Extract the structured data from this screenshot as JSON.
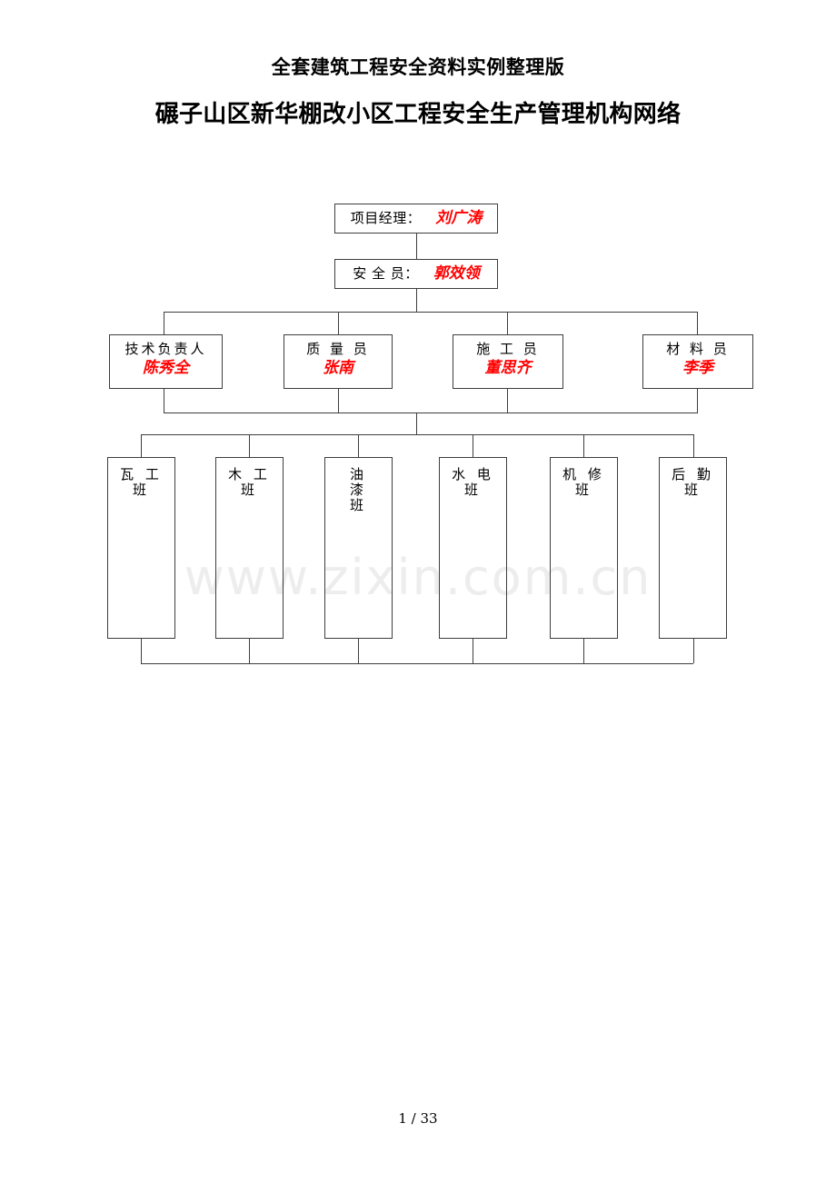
{
  "document": {
    "title": "全套建筑工程安全资料实例整理版",
    "subtitle": "碾子山区新华棚改小区工程安全生产管理机构网络",
    "watermark": "www.zixin.com.cn",
    "page_footer": "1 / 33"
  },
  "colors": {
    "name_red": "#ff0000",
    "line": "#3d3d3d",
    "text": "#000000",
    "watermark": "#ededed"
  },
  "chart_data": {
    "type": "diagram",
    "title": "碾子山区新华棚改小区工程安全生产管理机构网络",
    "levels": [
      {
        "level": 1,
        "nodes": [
          {
            "role": "项目经理：",
            "person": "刘广涛"
          }
        ]
      },
      {
        "level": 2,
        "nodes": [
          {
            "role": "安 全 员：",
            "person": "郭效领"
          }
        ]
      },
      {
        "level": 3,
        "nodes": [
          {
            "role": "技术负责人",
            "person": "陈秀全"
          },
          {
            "role": "质 量 员",
            "person": "张南"
          },
          {
            "role": "施 工 员",
            "person": "董思齐"
          },
          {
            "role": "材 料 员",
            "person": "李季"
          }
        ]
      },
      {
        "level": 4,
        "nodes": [
          {
            "lines": [
              "瓦 工",
              "班"
            ]
          },
          {
            "lines": [
              "木 工",
              "班"
            ]
          },
          {
            "lines": [
              "油",
              "漆",
              "班"
            ]
          },
          {
            "lines": [
              "水 电",
              "班"
            ]
          },
          {
            "lines": [
              "机 修",
              "班"
            ]
          },
          {
            "lines": [
              "后 勤",
              "班"
            ]
          }
        ]
      }
    ],
    "edges": [
      {
        "from": "项目经理",
        "to": "安全员"
      },
      {
        "from": "安全员",
        "to": "技术负责人"
      },
      {
        "from": "安全员",
        "to": "质量员"
      },
      {
        "from": "安全员",
        "to": "施工员"
      },
      {
        "from": "安全员",
        "to": "材料员"
      },
      {
        "from": "管理层",
        "to": "瓦工班"
      },
      {
        "from": "管理层",
        "to": "木工班"
      },
      {
        "from": "管理层",
        "to": "油漆班"
      },
      {
        "from": "管理层",
        "to": "水电班"
      },
      {
        "from": "管理层",
        "to": "机修班"
      },
      {
        "from": "管理层",
        "to": "后勤班"
      }
    ]
  }
}
